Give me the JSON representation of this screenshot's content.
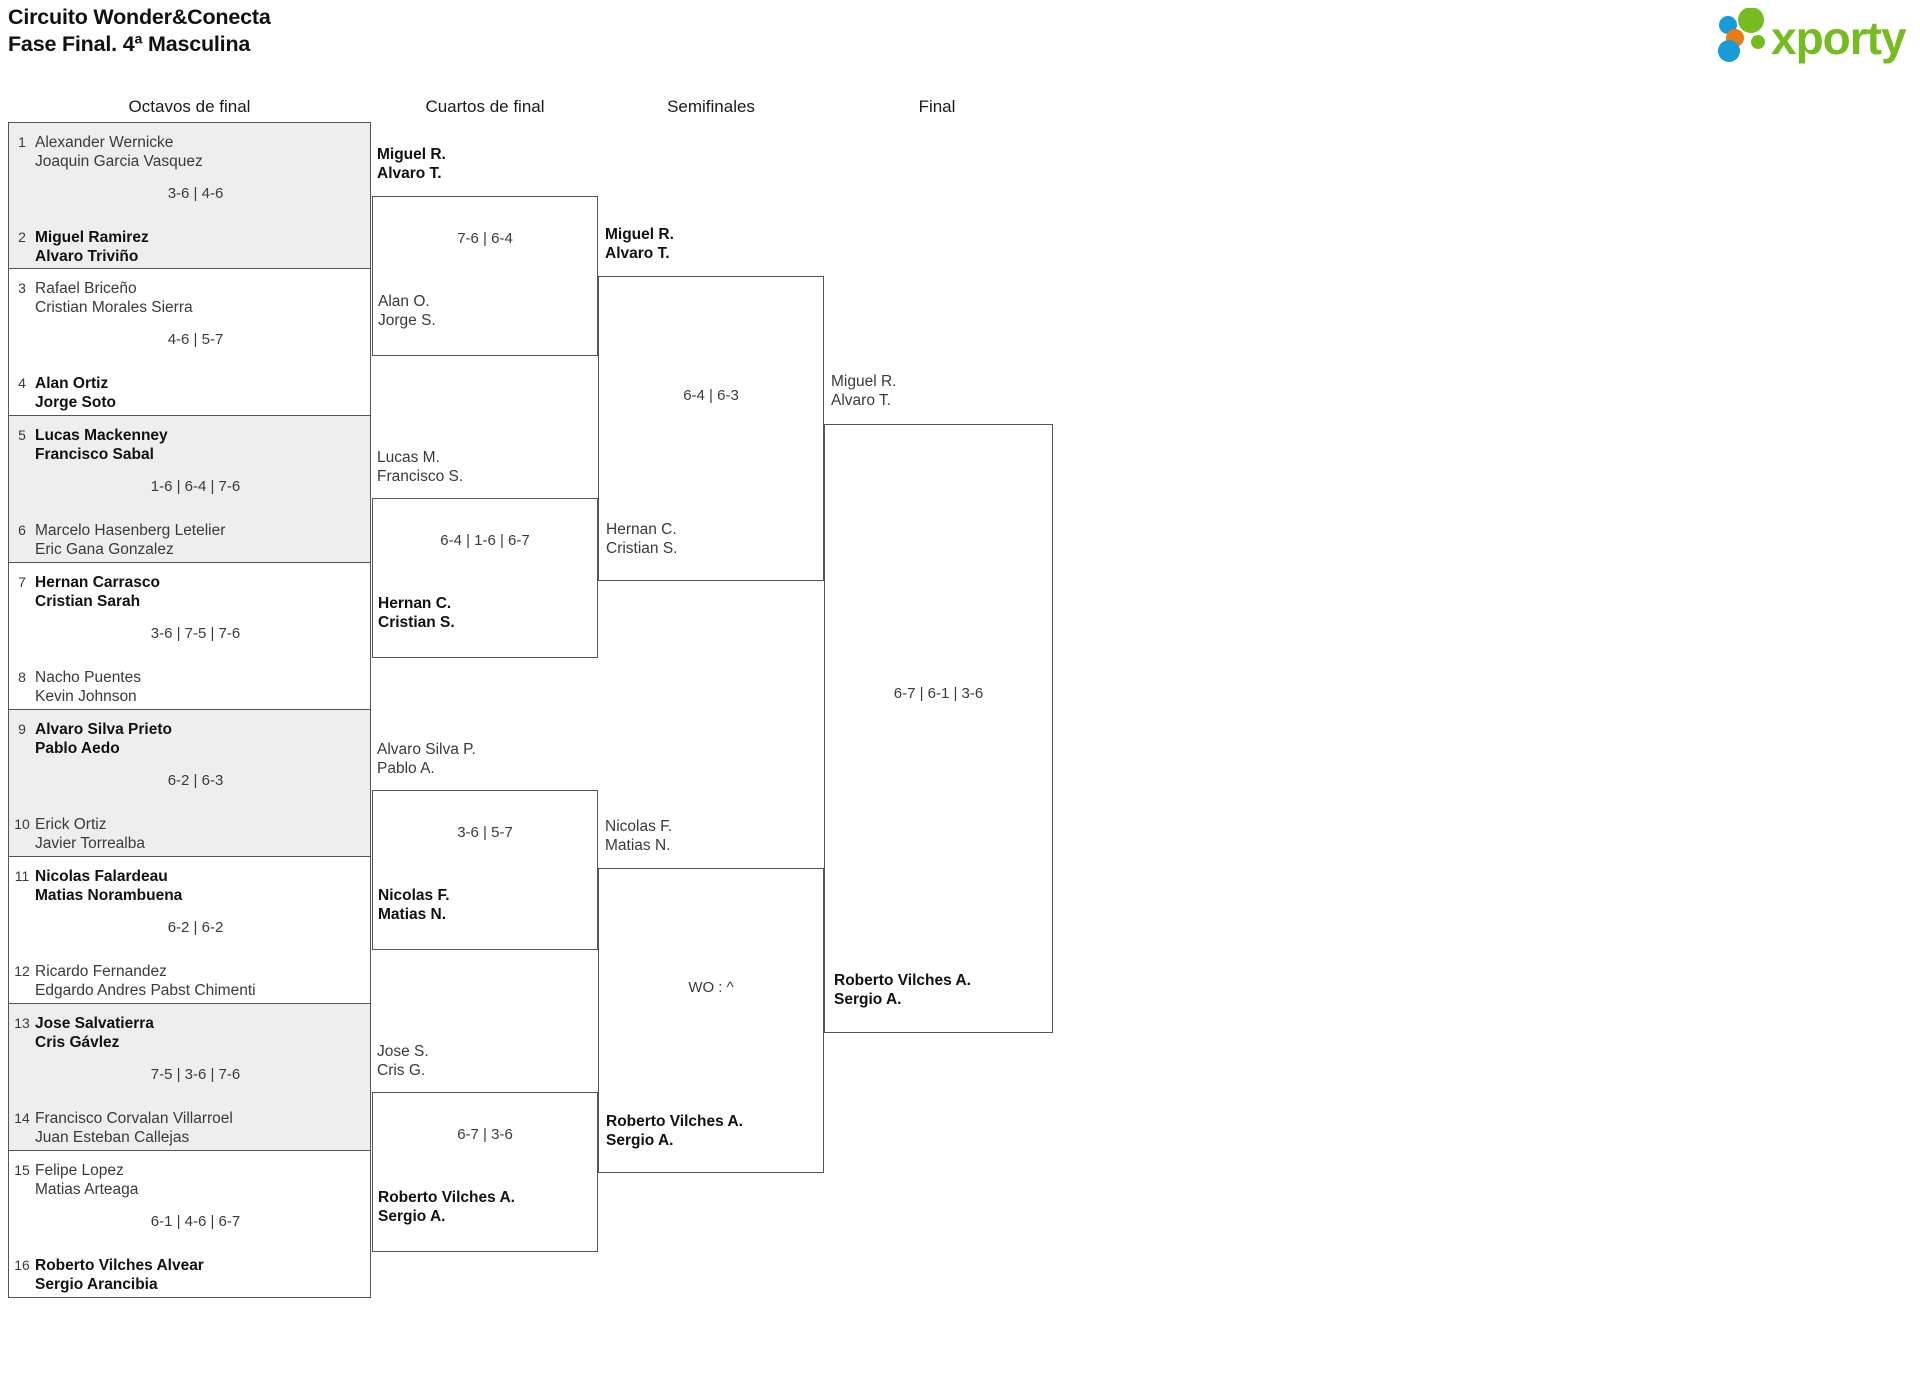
{
  "header": {
    "title_line1": "Circuito Wonder&Conecta",
    "title_line2": "Fase Final. 4ª Masculina",
    "logo_text": "xporty",
    "logo_colors": {
      "green": "#76bc21",
      "blue": "#189cd8",
      "orange": "#e87b12"
    }
  },
  "rounds": [
    {
      "label": "Octavos de final"
    },
    {
      "label": "Cuartos de final"
    },
    {
      "label": "Semifinales"
    },
    {
      "label": "Final"
    }
  ],
  "round1": [
    {
      "shaded": true,
      "score": "3-6 | 4-6",
      "top": {
        "seed": "1",
        "p1": "Alexander Wernicke",
        "p2": "Joaquin Garcia Vasquez",
        "winner": false
      },
      "bottom": {
        "seed": "2",
        "p1": "Miguel Ramirez",
        "p2": "Alvaro Triviño",
        "winner": true
      }
    },
    {
      "shaded": false,
      "score": "4-6 | 5-7",
      "top": {
        "seed": "3",
        "p1": "Rafael Briceño",
        "p2": "Cristian Morales Sierra",
        "winner": false
      },
      "bottom": {
        "seed": "4",
        "p1": "Alan Ortiz",
        "p2": "Jorge Soto",
        "winner": true
      }
    },
    {
      "shaded": true,
      "score": "1-6 | 6-4 | 7-6",
      "top": {
        "seed": "5",
        "p1": "Lucas Mackenney",
        "p2": "Francisco Sabal",
        "winner": true
      },
      "bottom": {
        "seed": "6",
        "p1": "Marcelo Hasenberg Letelier",
        "p2": "Eric Gana Gonzalez",
        "winner": false
      }
    },
    {
      "shaded": false,
      "score": "3-6 | 7-5 | 7-6",
      "top": {
        "seed": "7",
        "p1": "Hernan Carrasco",
        "p2": "Cristian Sarah",
        "winner": true
      },
      "bottom": {
        "seed": "8",
        "p1": "Nacho Puentes",
        "p2": "Kevin Johnson",
        "winner": false
      }
    },
    {
      "shaded": true,
      "score": "6-2 | 6-3",
      "top": {
        "seed": "9",
        "p1": "Alvaro Silva Prieto",
        "p2": "Pablo Aedo",
        "winner": true
      },
      "bottom": {
        "seed": "10",
        "p1": "Erick Ortiz",
        "p2": "Javier Torrealba",
        "winner": false
      }
    },
    {
      "shaded": false,
      "score": "6-2 | 6-2",
      "top": {
        "seed": "11",
        "p1": "Nicolas Falardeau",
        "p2": "Matias Norambuena",
        "winner": true
      },
      "bottom": {
        "seed": "12",
        "p1": "Ricardo Fernandez",
        "p2": "Edgardo Andres Pabst Chimenti",
        "winner": false
      }
    },
    {
      "shaded": true,
      "score": "7-5 | 3-6 | 7-6",
      "top": {
        "seed": "13",
        "p1": "Jose Salvatierra",
        "p2": "Cris Gávlez",
        "winner": true
      },
      "bottom": {
        "seed": "14",
        "p1": "Francisco Corvalan Villarroel",
        "p2": "Juan Esteban Callejas",
        "winner": false
      }
    },
    {
      "shaded": false,
      "score": "6-1 | 4-6 | 6-7",
      "top": {
        "seed": "15",
        "p1": "Felipe Lopez",
        "p2": "Matias Arteaga",
        "winner": false
      },
      "bottom": {
        "seed": "16",
        "p1": "Roberto Vilches Alvear",
        "p2": "Sergio Arancibia",
        "winner": true
      }
    }
  ],
  "round2": [
    {
      "score": "7-6 | 6-4",
      "top": {
        "p1": "Miguel R.",
        "p2": "Alvaro T.",
        "winner": true
      },
      "bottom": {
        "p1": "Alan O.",
        "p2": "Jorge S.",
        "winner": false
      }
    },
    {
      "score": "6-4 | 1-6 | 6-7",
      "top": {
        "p1": "Lucas M.",
        "p2": "Francisco S.",
        "winner": false
      },
      "bottom": {
        "p1": "Hernan C.",
        "p2": "Cristian S.",
        "winner": true
      }
    },
    {
      "score": "3-6 | 5-7",
      "top": {
        "p1": "Alvaro Silva P.",
        "p2": "Pablo A.",
        "winner": false
      },
      "bottom": {
        "p1": "Nicolas F.",
        "p2": "Matias N.",
        "winner": true
      }
    },
    {
      "score": "6-7 | 3-6",
      "top": {
        "p1": "Jose S.",
        "p2": "Cris G.",
        "winner": false
      },
      "bottom": {
        "p1": "Roberto Vilches A.",
        "p2": "Sergio A.",
        "winner": true
      }
    }
  ],
  "round3": [
    {
      "score": "6-4 | 6-3",
      "top": {
        "p1": "Miguel R.",
        "p2": "Alvaro T.",
        "winner": true
      },
      "bottom": {
        "p1": "Hernan C.",
        "p2": "Cristian S.",
        "winner": false
      }
    },
    {
      "score": "WO : ^",
      "top": {
        "p1": "Nicolas F.",
        "p2": "Matias N.",
        "winner": false
      },
      "bottom": {
        "p1": "Roberto Vilches A.",
        "p2": "Sergio A.",
        "winner": true
      }
    }
  ],
  "round4": [
    {
      "score": "6-7 | 6-1 | 3-6",
      "top": {
        "p1": "Miguel R.",
        "p2": "Alvaro T.",
        "winner": false
      },
      "bottom": {
        "p1": "Roberto Vilches A.",
        "p2": "Sergio A.",
        "winner": true
      }
    }
  ]
}
